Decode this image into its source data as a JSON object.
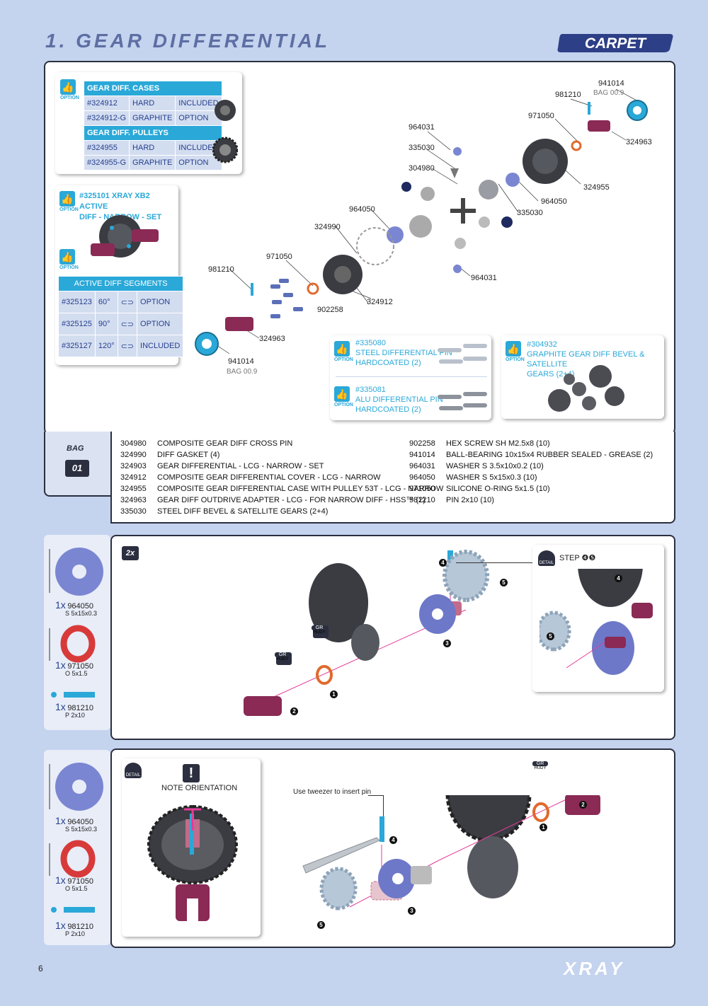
{
  "header": {
    "title": "1. GEAR DIFFERENTIAL",
    "badge": "CARPET"
  },
  "option_label": "OPTION",
  "cases_table": {
    "title1": "GEAR DIFF. CASES",
    "rows1": [
      [
        "#324912",
        "HARD",
        "INCLUDED"
      ],
      [
        "#324912-G",
        "GRAPHITE",
        "OPTION"
      ]
    ],
    "title2": "GEAR DIFF. PULLEYS",
    "rows2": [
      [
        "#324955",
        "HARD",
        "INCLUDED"
      ],
      [
        "#324955-G",
        "GRAPHITE",
        "OPTION"
      ]
    ]
  },
  "active_diff": {
    "line1": "#325101 XRAY XB2 ACTIVE",
    "line2": "DIFF - NARROW - SET",
    "seg_title": "ACTIVE DIFF SEGMENTS",
    "rows": [
      [
        "#325123",
        "60°",
        "OPTION"
      ],
      [
        "#325125",
        "90°",
        "OPTION"
      ],
      [
        "#325127",
        "120°",
        "INCLUDED"
      ]
    ]
  },
  "labels": {
    "l941014a": "941014",
    "bag_a": "BAG 00.9",
    "l981210a": "981210",
    "l971050a": "971050",
    "l324963a": "324963",
    "l964031a": "964031",
    "l335030a": "335030",
    "l304980": "304980",
    "l324955": "324955",
    "l964050a": "964050",
    "l335030b": "335030",
    "l964050b": "964050",
    "l324990": "324990",
    "l971050b": "971050",
    "l981210b": "981210",
    "l964031b": "964031",
    "l902258": "902258",
    "l324912": "324912",
    "l324963b": "324963",
    "l941014b": "941014",
    "bag_b": "BAG 00.9"
  },
  "pin_option": {
    "a1": "#335080",
    "a2": "STEEL DIFFERENTIAL PIN",
    "a3": "HARDCOATED (2)",
    "b1": "#335081",
    "b2": "ALU DIFFERENTIAL PIN",
    "b3": "HARDCOATED (2)"
  },
  "bevel_option": {
    "l1": "#304932",
    "l2": "GRAPHITE GEAR DIFF BEVEL & SATELLITE",
    "l3": "GEARS (2+4)"
  },
  "bag": {
    "label": "BAG",
    "number": "01"
  },
  "parts_left": [
    [
      "304980",
      "COMPOSITE GEAR DIFF CROSS PIN"
    ],
    [
      "324990",
      "DIFF GASKET (4)"
    ],
    [
      "324903",
      "GEAR DIFFERENTIAL - LCG - NARROW - SET"
    ],
    [
      "324912",
      "COMPOSITE GEAR DIFFERENTIAL COVER - LCG - NARROW"
    ],
    [
      "324955",
      "COMPOSITE GEAR DIFFERENTIAL CASE WITH PULLEY 53T - LCG - NARROW"
    ],
    [
      "324963",
      "GEAR DIFF OUTDRIVE ADAPTER - LCG - FOR NARROW DIFF - HSS™ (2)"
    ],
    [
      "335030",
      "STEEL DIFF BEVEL & SATELLITE GEARS (2+4)"
    ]
  ],
  "parts_right": [
    [
      "902258",
      "HEX SCREW SH M2.5x8  (10)"
    ],
    [
      "941014",
      "BALL-BEARING 10x15x4 RUBBER SEALED - GREASE (2)"
    ],
    [
      "964031",
      "WASHER S 3.5x10x0.2  (10)"
    ],
    [
      "964050",
      "WASHER S 5x15x0.3  (10)"
    ],
    [
      "971050",
      "SILICONE O-RING 5x1.5  (10)"
    ],
    [
      "981210",
      "PIN 2x10  (10)"
    ]
  ],
  "side_parts": [
    {
      "qty": "1x",
      "code": "964050",
      "desc": "S 5x15x0.3"
    },
    {
      "qty": "1x",
      "code": "971050",
      "desc": "O 5x1.5"
    },
    {
      "qty": "1x",
      "code": "981210",
      "desc": "P 2x10"
    }
  ],
  "step1": {
    "multiplier": "2x",
    "detail_title": "STEP ❹❺",
    "hudy": "HUDY",
    "gr": "GR",
    "detail": "DETAIL"
  },
  "step2": {
    "note": "NOTE ORIENTATION",
    "tweezer": "Use tweezer to insert pin",
    "hudy": "HUDY",
    "gr": "GR",
    "detail": "DETAIL"
  },
  "markers": {
    "m1": "1",
    "m2": "2",
    "m3": "3",
    "m4": "4",
    "m5": "5"
  },
  "footer": {
    "page": "6",
    "brand": "XRAY"
  },
  "colors": {
    "accent": "#2aa8d8",
    "navy": "#25408f",
    "maroon": "#8a2a55",
    "washer": "#7b86d2",
    "oring": "#d83a3a",
    "background": "#c4d3ee"
  }
}
